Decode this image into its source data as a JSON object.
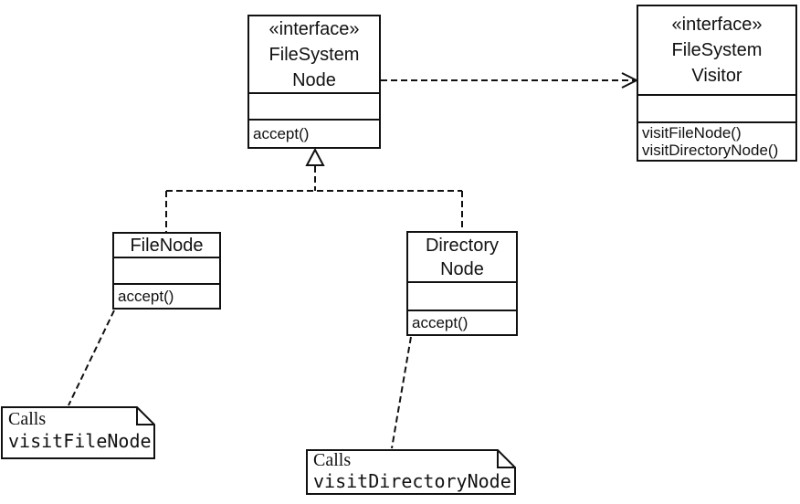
{
  "diagram": {
    "kind": "uml-class-diagram",
    "colors": {
      "line": "#111111",
      "background": "#ffffff"
    },
    "classes": {
      "file_system_node": {
        "stereotype": "«interface»",
        "name_lines": [
          "FileSystem",
          "Node"
        ],
        "attributes": [],
        "methods": [
          "accept()"
        ]
      },
      "file_system_visitor": {
        "stereotype": "«interface»",
        "name_lines": [
          "FileSystem",
          "Visitor"
        ],
        "attributes": [],
        "methods": [
          "visitFileNode()",
          "visitDirectoryNode()"
        ]
      },
      "file_node": {
        "name_lines": [
          "FileNode"
        ],
        "attributes": [],
        "methods": [
          "accept()"
        ]
      },
      "directory_node": {
        "name_lines": [
          "Directory",
          "Node"
        ],
        "attributes": [],
        "methods": [
          "accept()"
        ]
      }
    },
    "notes": {
      "file_node_note": {
        "label": "Calls",
        "code": "visitFileNode"
      },
      "directory_node_note": {
        "label": "Calls",
        "code": "visitDirectoryNode"
      }
    },
    "relationships": [
      {
        "type": "dependency",
        "from": "FileSystemNode",
        "to": "FileSystemVisitor",
        "style": "dashed-open-arrow"
      },
      {
        "type": "realization",
        "from": "FileNode",
        "to": "FileSystemNode",
        "style": "dashed-hollow-triangle"
      },
      {
        "type": "realization",
        "from": "DirectoryNode",
        "to": "FileSystemNode",
        "style": "dashed-hollow-triangle"
      },
      {
        "type": "note-attachment",
        "from": "file_node_note",
        "to": "FileNode",
        "style": "dashed"
      },
      {
        "type": "note-attachment",
        "from": "directory_node_note",
        "to": "DirectoryNode",
        "style": "dashed"
      }
    ]
  }
}
